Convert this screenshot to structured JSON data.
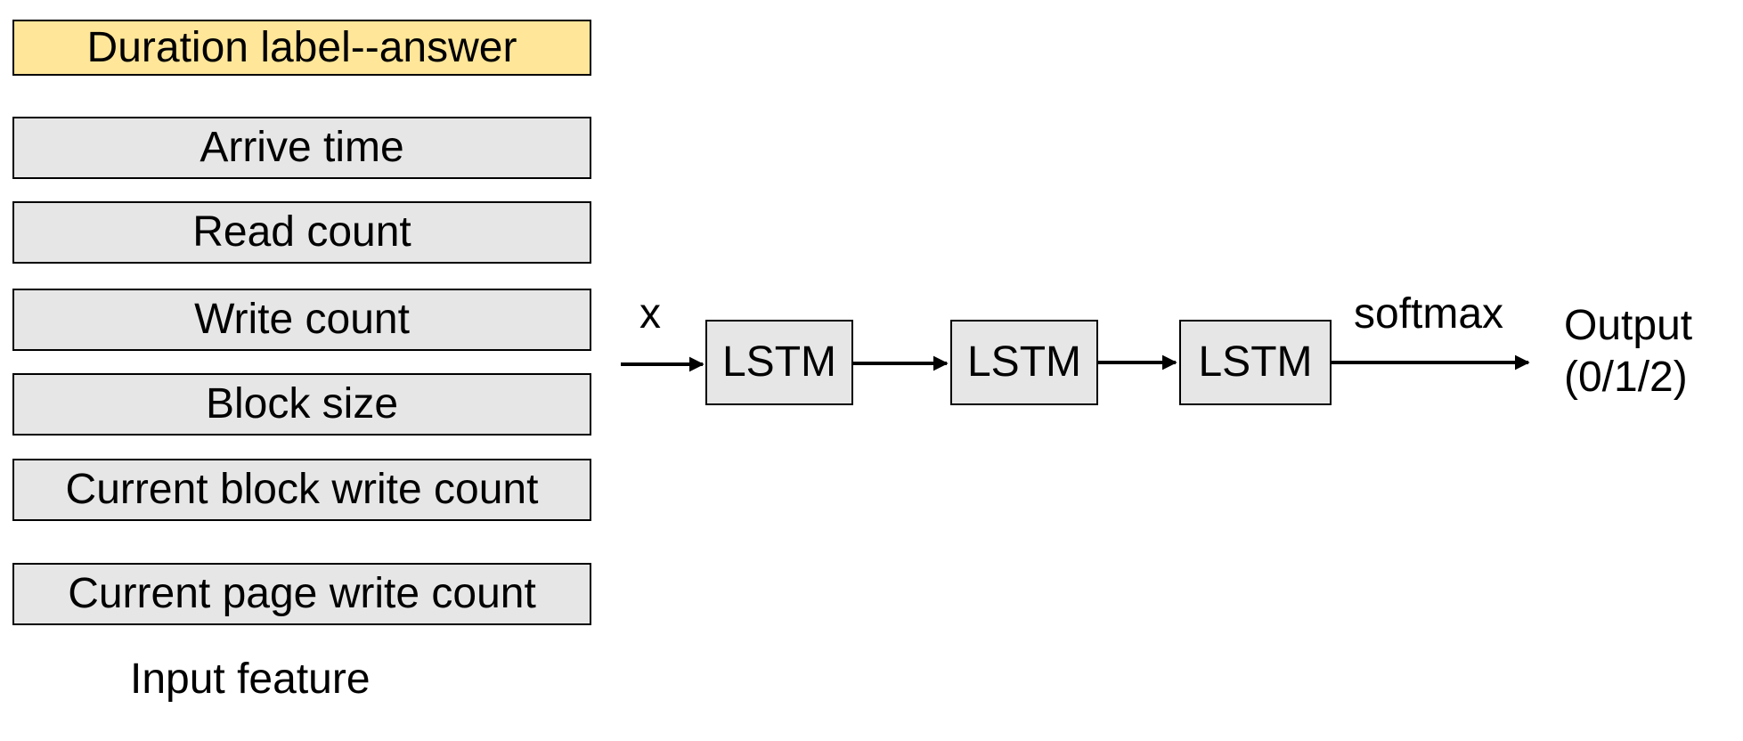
{
  "answer_label": {
    "text": "Duration label--answer",
    "fill": "#FFE699"
  },
  "features": {
    "fill": "#E7E6E6",
    "items": [
      "Arrive time",
      "Read count",
      "Write count",
      "Block size",
      "Current block write count",
      "Current page write count"
    ]
  },
  "input_caption": "Input feature",
  "input_symbol": "x",
  "lstm": {
    "fill": "#E7E6E6",
    "cells": [
      "LSTM",
      "LSTM",
      "LSTM"
    ]
  },
  "activation_label": "softmax",
  "output": {
    "line1": "Output",
    "line2": "(0/1/2)"
  }
}
